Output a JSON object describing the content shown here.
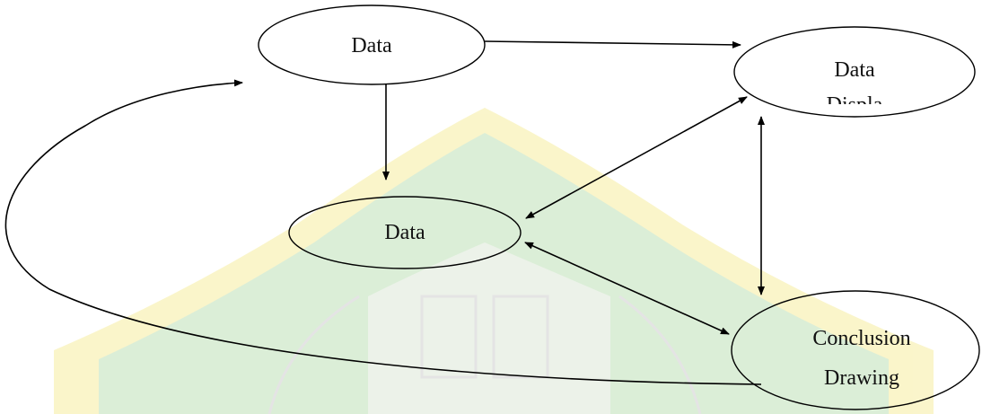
{
  "diagram": {
    "nodes": {
      "data_collection": {
        "label": "Data"
      },
      "data_display": {
        "label": "Data",
        "label_clipped": "Displa"
      },
      "data_reduction": {
        "label": "Data"
      },
      "conclusion": {
        "line1": "Conclusion",
        "line2": "Drawing"
      }
    },
    "edges": [
      {
        "from": "data_collection",
        "to": "data_display",
        "direction": "forward"
      },
      {
        "from": "data_collection",
        "to": "data_reduction",
        "direction": "forward"
      },
      {
        "from": "data_display",
        "to": "data_reduction",
        "direction": "both"
      },
      {
        "from": "data_display",
        "to": "conclusion",
        "direction": "both"
      },
      {
        "from": "data_reduction",
        "to": "conclusion",
        "direction": "both"
      },
      {
        "from": "conclusion",
        "to": "data_collection",
        "direction": "forward"
      }
    ]
  },
  "colors": {
    "line": "#000000",
    "watermark_green": "#bfe1b8",
    "watermark_yellow": "#f6eda0",
    "watermark_gray": "#cfcfcf"
  }
}
